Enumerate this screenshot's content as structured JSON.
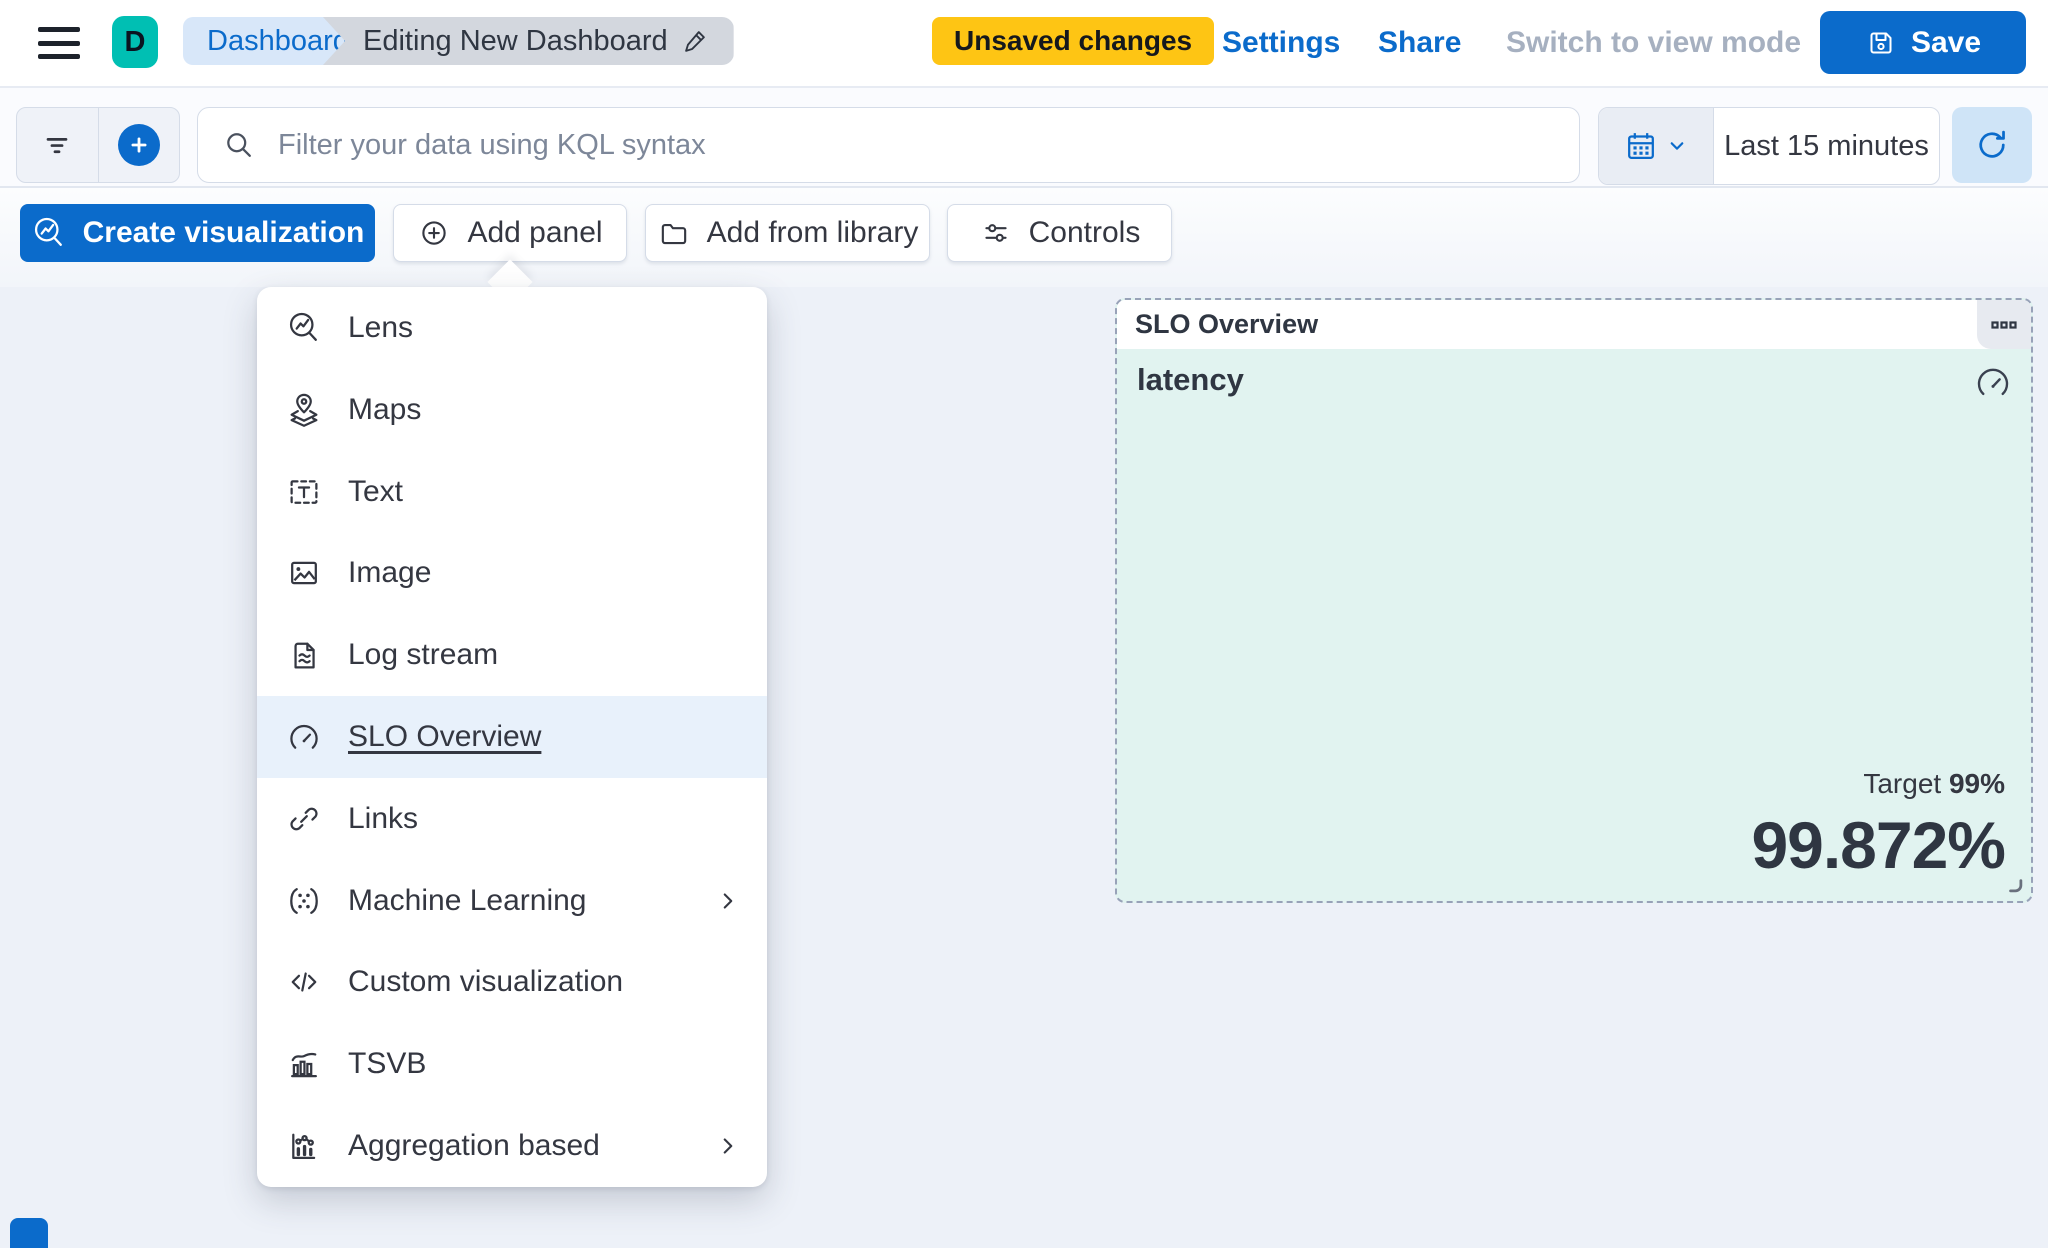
{
  "header": {
    "logo_letter": "D",
    "breadcrumbs": [
      {
        "label": "Dashboard"
      },
      {
        "label": "Editing New Dashboard"
      }
    ],
    "unsaved_badge": "Unsaved changes",
    "settings_label": "Settings",
    "share_label": "Share",
    "view_mode_label": "Switch to view mode",
    "save_label": "Save"
  },
  "filter_bar": {
    "search_placeholder": "Filter your data using KQL syntax",
    "time_range": "Last 15 minutes"
  },
  "toolbar": {
    "create_visualization_label": "Create visualization",
    "add_panel_label": "Add panel",
    "add_from_library_label": "Add from library",
    "controls_label": "Controls"
  },
  "add_panel_menu": {
    "items": [
      {
        "label": "Lens",
        "icon": "lens-icon",
        "selected": false,
        "has_submenu": false
      },
      {
        "label": "Maps",
        "icon": "maps-icon",
        "selected": false,
        "has_submenu": false
      },
      {
        "label": "Text",
        "icon": "text-icon",
        "selected": false,
        "has_submenu": false
      },
      {
        "label": "Image",
        "icon": "image-icon",
        "selected": false,
        "has_submenu": false
      },
      {
        "label": "Log stream",
        "icon": "log-stream-icon",
        "selected": false,
        "has_submenu": false
      },
      {
        "label": "SLO Overview",
        "icon": "gauge-icon",
        "selected": true,
        "has_submenu": false
      },
      {
        "label": "Links",
        "icon": "link-icon",
        "selected": false,
        "has_submenu": false
      },
      {
        "label": "Machine Learning",
        "icon": "machine-learning-icon",
        "selected": false,
        "has_submenu": true
      },
      {
        "label": "Custom visualization",
        "icon": "code-icon",
        "selected": false,
        "has_submenu": false
      },
      {
        "label": "TSVB",
        "icon": "tsvb-icon",
        "selected": false,
        "has_submenu": false
      },
      {
        "label": "Aggregation based",
        "icon": "aggregation-chart-icon",
        "selected": false,
        "has_submenu": true
      }
    ]
  },
  "slo_panel": {
    "title": "SLO Overview",
    "metric_name": "latency",
    "target_label": "Target",
    "target_value": "99%",
    "sli_value": "99.872%"
  },
  "colors": {
    "primary_blue": "#0b6bcb",
    "warning_yellow": "#fec514",
    "logo_teal": "#00bfb3",
    "panel_mint": "#e1f3f0",
    "canvas_background": "#edf1f8",
    "menu_selection": "#e8f1fb",
    "text_dark": "#343741"
  }
}
